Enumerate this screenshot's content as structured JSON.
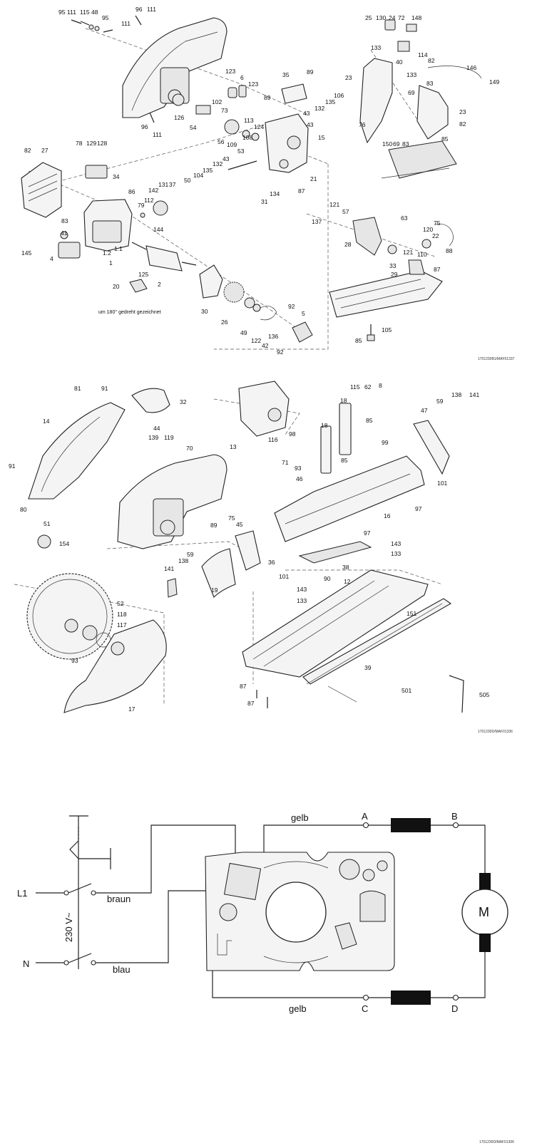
{
  "section1": {
    "labels": [
      "95",
      "111",
      "115",
      "48",
      "95",
      "111",
      "96",
      "111",
      "25",
      "130",
      "24",
      "72",
      "148",
      "133",
      "40",
      "114",
      "82",
      "133",
      "146",
      "149",
      "23",
      "69",
      "83",
      "23",
      "82",
      "85",
      "76",
      "150",
      "69",
      "83",
      "35",
      "89",
      "89",
      "106",
      "123",
      "6",
      "123",
      "126",
      "102",
      "73",
      "54",
      "113",
      "124",
      "108",
      "109",
      "56",
      "53",
      "43",
      "135",
      "132",
      "43",
      "15",
      "96",
      "111",
      "82",
      "27",
      "78",
      "129",
      "128",
      "34",
      "86",
      "83",
      "142",
      "131",
      "37",
      "50",
      "104",
      "135",
      "132",
      "43",
      "134",
      "31",
      "87",
      "21",
      "121",
      "137",
      "57",
      "79",
      "112",
      "144",
      "41",
      "145",
      "4",
      "1.2",
      "1.1",
      "1",
      "125",
      "2",
      "20",
      "30",
      "26",
      "49",
      "122",
      "42",
      "92",
      "5",
      "136",
      "92",
      "63",
      "75",
      "120",
      "22",
      "88",
      "28",
      "121",
      "33",
      "110",
      "29",
      "87",
      "105",
      "85"
    ],
    "note": "um 180° gedreht gezeichnet",
    "ref": "1701230B1/MAF01337"
  },
  "section2": {
    "labels": [
      "81",
      "91",
      "32",
      "14",
      "44",
      "139",
      "119",
      "70",
      "13",
      "91",
      "80",
      "51",
      "89",
      "75",
      "45",
      "59",
      "138",
      "141",
      "154",
      "19",
      "52",
      "118",
      "117",
      "93",
      "17",
      "115",
      "62",
      "8",
      "18",
      "116",
      "98",
      "18",
      "85",
      "99",
      "71",
      "93",
      "46",
      "85",
      "47",
      "59",
      "138",
      "141",
      "101",
      "97",
      "16",
      "97",
      "36",
      "101",
      "90",
      "38",
      "143",
      "133",
      "143",
      "133",
      "12",
      "151",
      "39",
      "87",
      "87",
      "501",
      "505"
    ],
    "ref": "1701230D/MAF01336"
  },
  "wiring": {
    "voltage": "230 V~",
    "L1": "L1",
    "N": "N",
    "wire_braun": "braun",
    "wire_blau": "blau",
    "wire_gelb_top": "gelb",
    "wire_gelb_bottom": "gelb",
    "A": "A",
    "B": "B",
    "C": "C",
    "D": "D",
    "motor": "M",
    "ref": "1701230D/MAF01306"
  }
}
